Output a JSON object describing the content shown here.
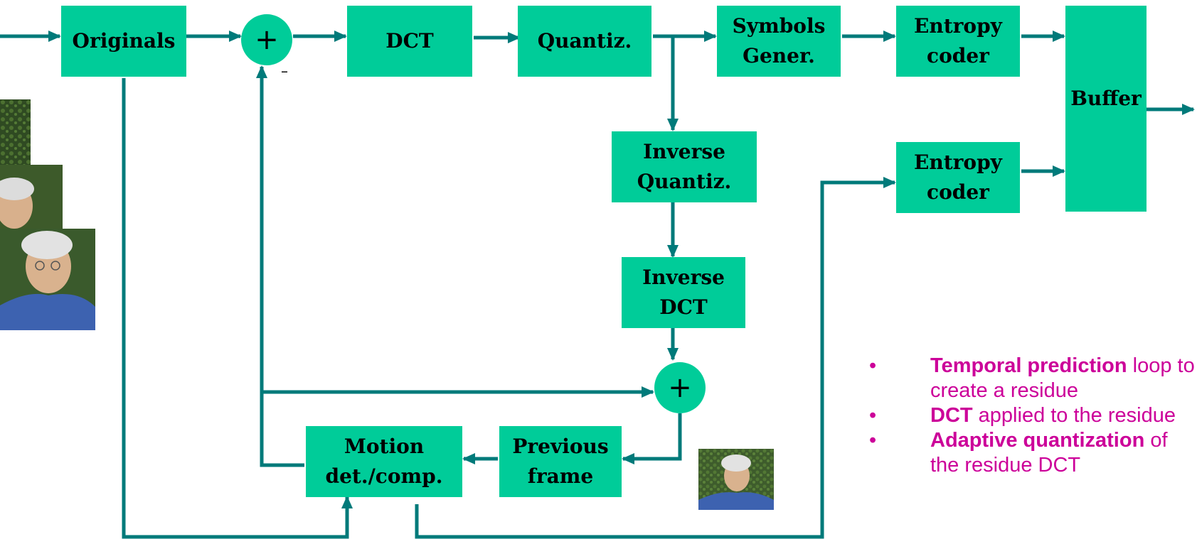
{
  "colors": {
    "block": "#00cc99",
    "wire": "#007a7a",
    "bullet_text": "#cc0099"
  },
  "blocks": {
    "originals": "Originals",
    "dct": "DCT",
    "quantiz": "Quantiz.",
    "symbols_l1": "Symbols",
    "symbols_l2": "Gener.",
    "entropy1_l1": "Entropy",
    "entropy1_l2": "coder",
    "entropy2_l1": "Entropy",
    "entropy2_l2": "coder",
    "buffer": "Buffer",
    "inv_quant_l1": "Inverse",
    "inv_quant_l2": "Quantiz.",
    "inv_dct_l1": "Inverse",
    "inv_dct_l2": "DCT",
    "motion_l1": "Motion",
    "motion_l2": "det./comp.",
    "prev_frame_l1": "Previous",
    "prev_frame_l2": "frame"
  },
  "adders": {
    "top_symbol": "+",
    "top_minus": "–",
    "bottom_symbol": "+"
  },
  "bullets": [
    {
      "bold": "Temporal prediction",
      "rest": " loop to create a residue"
    },
    {
      "bold": "DCT",
      "rest": " applied to the residue"
    },
    {
      "bold": "Adaptive quantization",
      "rest": " of the residue DCT"
    }
  ],
  "bullet_char": "•"
}
